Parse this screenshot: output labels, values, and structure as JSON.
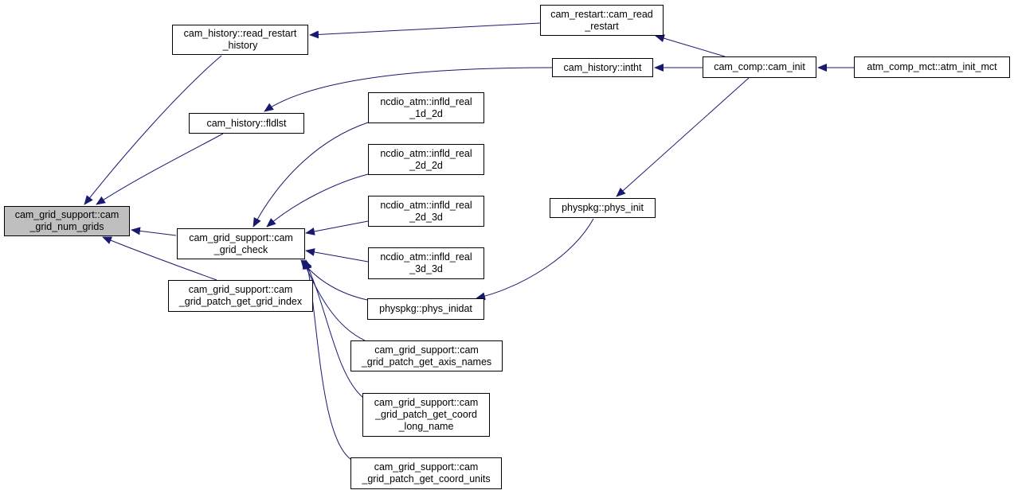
{
  "diagram": {
    "edge_color": "#191970",
    "root_fill": "#bfbfbf",
    "nodes": [
      {
        "id": "root",
        "lines": [
          "cam_grid_support::cam",
          "_grid_num_grids"
        ]
      },
      {
        "id": "read_restart",
        "lines": [
          "cam_history::read_restart",
          "_history"
        ]
      },
      {
        "id": "fldlst",
        "lines": [
          "cam_history::fldlst"
        ]
      },
      {
        "id": "grid_check",
        "lines": [
          "cam_grid_support::cam",
          "_grid_check"
        ]
      },
      {
        "id": "patch_index",
        "lines": [
          "cam_grid_support::cam",
          "_grid_patch_get_grid_index"
        ]
      },
      {
        "id": "restart_read",
        "lines": [
          "cam_restart::cam_read",
          "_restart"
        ]
      },
      {
        "id": "intht",
        "lines": [
          "cam_history::intht"
        ]
      },
      {
        "id": "cam_init",
        "lines": [
          "cam_comp::cam_init"
        ]
      },
      {
        "id": "atm_init",
        "lines": [
          "atm_comp_mct::atm_init_mct"
        ]
      },
      {
        "id": "infld_1d_2d",
        "lines": [
          "ncdio_atm::infld_real",
          "_1d_2d"
        ]
      },
      {
        "id": "infld_2d_2d",
        "lines": [
          "ncdio_atm::infld_real",
          "_2d_2d"
        ]
      },
      {
        "id": "infld_2d_3d",
        "lines": [
          "ncdio_atm::infld_real",
          "_2d_3d"
        ]
      },
      {
        "id": "infld_3d_3d",
        "lines": [
          "ncdio_atm::infld_real",
          "_3d_3d"
        ]
      },
      {
        "id": "phys_inidat",
        "lines": [
          "physpkg::phys_inidat"
        ]
      },
      {
        "id": "phys_init",
        "lines": [
          "physpkg::phys_init"
        ]
      },
      {
        "id": "axis_names",
        "lines": [
          "cam_grid_support::cam",
          "_grid_patch_get_axis_names"
        ]
      },
      {
        "id": "coord_long",
        "lines": [
          "cam_grid_support::cam",
          "_grid_patch_get_coord",
          "_long_name"
        ]
      },
      {
        "id": "coord_units",
        "lines": [
          "cam_grid_support::cam",
          "_grid_patch_get_coord_units"
        ]
      }
    ],
    "edges": [
      {
        "from": "read_restart",
        "to": "root"
      },
      {
        "from": "fldlst",
        "to": "root"
      },
      {
        "from": "grid_check",
        "to": "root"
      },
      {
        "from": "patch_index",
        "to": "root"
      },
      {
        "from": "restart_read",
        "to": "read_restart"
      },
      {
        "from": "intht",
        "to": "fldlst"
      },
      {
        "from": "cam_init",
        "to": "restart_read"
      },
      {
        "from": "cam_init",
        "to": "intht"
      },
      {
        "from": "atm_init",
        "to": "cam_init"
      },
      {
        "from": "infld_1d_2d",
        "to": "grid_check"
      },
      {
        "from": "infld_2d_2d",
        "to": "grid_check"
      },
      {
        "from": "infld_2d_3d",
        "to": "grid_check"
      },
      {
        "from": "infld_3d_3d",
        "to": "grid_check"
      },
      {
        "from": "phys_inidat",
        "to": "grid_check"
      },
      {
        "from": "axis_names",
        "to": "grid_check"
      },
      {
        "from": "coord_long",
        "to": "grid_check"
      },
      {
        "from": "coord_units",
        "to": "grid_check"
      },
      {
        "from": "phys_init",
        "to": "phys_inidat"
      },
      {
        "from": "cam_init",
        "to": "phys_init"
      }
    ]
  }
}
